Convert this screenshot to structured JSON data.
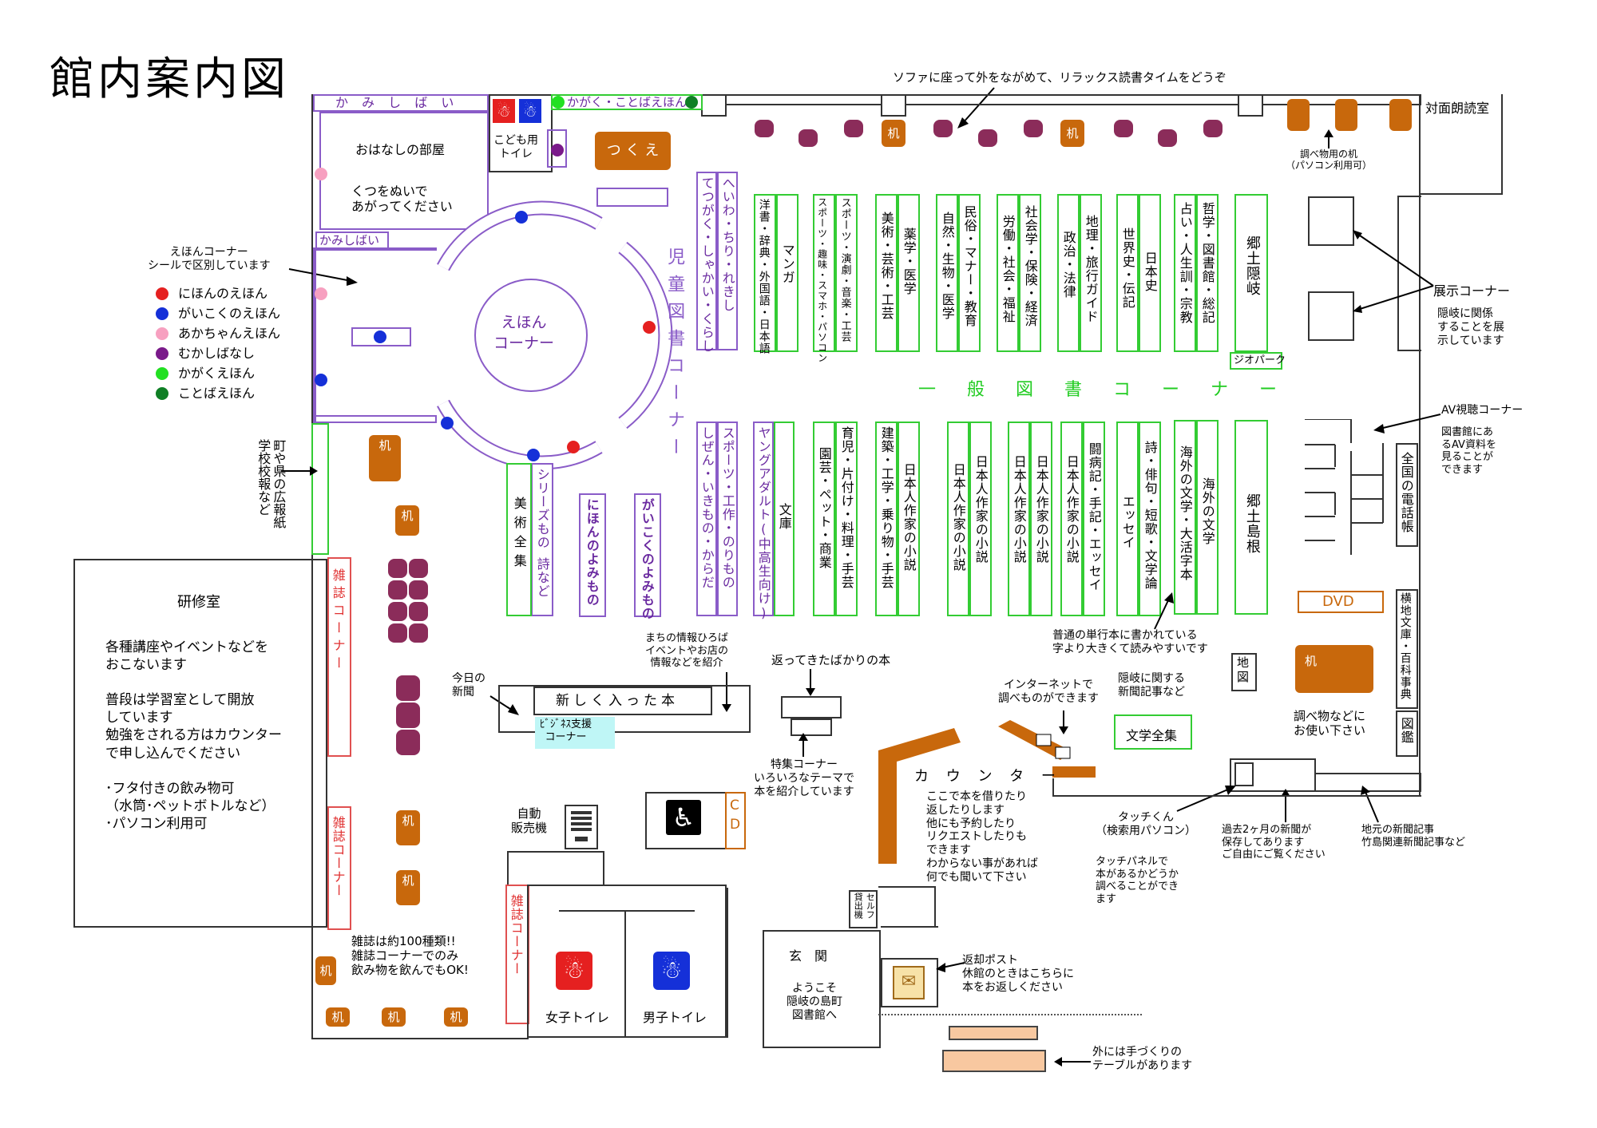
{
  "title": "館内案内図",
  "sofa_note": "ソファに座って外をながめて、リラックス読書タイムをどうぞ",
  "rooms": {
    "kamishibai_top": "か み し ば い",
    "kodomo_toilet": "こども用\nトイレ",
    "kagaku_ehon": "かがく・ことばえほん",
    "ohanashi_room": "おはなしの部屋",
    "shoes_note": "くつをぬいで\nあがってください",
    "kamishibai_side": "かみしばい",
    "tsukue_craft": "つ く え",
    "ehon_corner": "えほん\nコーナー",
    "jidou_tosho": "児童図書コーナー",
    "ippan_tosho": "一 般 図 書 コ ー ナ ー",
    "taimen_room": "対面朗読室",
    "kenshu_room": "研修室",
    "kenshu_desc": "各種講座やイベントなどを\nおこないます\n\n普段は学習室として開放\nしています\n勉強をされる方はカウンター\nで申し込んでください\n\n･フタ付きの飲み物可\n（水筒･ペットボトルなど）\n･パソコン利用可",
    "genkan": "玄　関",
    "welcome": "ようこそ\n隠岐の島町\n図書館へ",
    "women_toilet": "女子トイレ",
    "men_toilet": "男子トイレ",
    "vending": "自動\n販売機",
    "counter": "カ ウ ン タ ー",
    "counter_desc": "ここで本を借りたり\n返したりします\n他にも予約したり\nリクエストしたりも\nできます\nわからない事があれば\n何でも聞いて下さい",
    "cd": "C\nD",
    "dvd": "DVD",
    "self_checkout": "貸出機",
    "self_label": "セルフ"
  },
  "legend": {
    "title": "えほんコーナー\nシールで区別しています",
    "items": [
      {
        "label": "にほんのえほん",
        "color": "#e52020"
      },
      {
        "label": "がいこくのえほん",
        "color": "#1530d8"
      },
      {
        "label": "あかちゃんえほん",
        "color": "#f7a0c0"
      },
      {
        "label": "むかしばなし",
        "color": "#7a1a8a"
      },
      {
        "label": "かがくえほん",
        "color": "#22e022"
      },
      {
        "label": "ことばえほん",
        "color": "#0f7f25"
      }
    ]
  },
  "shelves_children": [
    "てつがく・しゃかい・くらし",
    "へいわ・ちり・れきし",
    "スポーツ・工作・のりもの",
    "しぜん・いきもの・からだ",
    "ヤングアダルト(中高生向け)",
    "文庫",
    "にほんのよみもの",
    "がいこくのよみもの",
    "シリーズもの",
    "詩など",
    "美術全集"
  ],
  "shelves_general_top": [
    "洋書・辞典・外国語・日本語",
    "マンガ",
    "スポーツ・趣味・スマホ・パソコン",
    "スポーツ・演劇・音楽・工芸",
    "美術・芸術・工芸",
    "薬学・医学",
    "自然・生物・医学",
    "民俗・マナー・教育",
    "労働・社会・福祉",
    "社会学・保険・経済",
    "政治・法律",
    "地理・旅行ガイド",
    "世界史・伝記",
    "日本史",
    "占い・人生訓・宗教",
    "哲学・図書館・総記",
    "郷土隠岐",
    "ジオパーク"
  ],
  "shelves_general_bottom": [
    "園芸・ペット・商業",
    "育児・片付け・料理・手芸",
    "建築・工学・乗り物・手芸",
    "日本人作家の小説",
    "日本人作家の小説",
    "日本人作家の小説",
    "日本人作家の小説",
    "闘病記・手記・エッセイ",
    "日本人作家の小説",
    "詩・俳句・短歌・文学論",
    "エッセイ",
    "海外の文学・大活字本",
    "海外の文学",
    "郷土島根"
  ],
  "magazine": "雑誌コーナー",
  "notes": {
    "koho": "町や県の広報紙\n学校校報など",
    "kyou_shinbun": "今日の\n新聞",
    "machi_info": "まちの情報ひろば\nイベントやお店の\n情報などを紹介",
    "new_books": "新しく入った本",
    "business": "ﾋﾞｼﾞﾈｽ支援\nコーナー",
    "returned": "返ってきたばかりの本",
    "tokushu": "特集コーナー\nいろいろなテーマで\n本を紹介しています",
    "internet": "インターネットで\n調べものができます",
    "oki_articles": "隠岐に関する\n新聞記事など",
    "bungaku": "文学全集",
    "large_print": "普通の単行本に書かれている\n字より大きくて読みやすいです",
    "chizu": "地\n図",
    "desk_use": "調べ物などに\nお使い下さい",
    "research_desk": "調べ物用の机\n（パソコン利用可）",
    "tenji": "展示コーナー",
    "tenji_desc": "隠岐に関係\nすることを展\n示しています",
    "av": "AV視聴コーナー",
    "av_desc": "図書館にあ\nるAV資料を\n見ることが\nできます",
    "denwacho": "全国の電話帳",
    "yokochi": "横地文庫・百科事典",
    "zukan": "図鑑",
    "touch": "タッチくん\n（検索用パソコン）",
    "touch_desc": "タッチパネルで\n本があるかどうか\n調べることができ\nます",
    "old_news": "過去2ヶ月の新聞が\n保存してあります\nご自由にご覧ください",
    "local_news": "地元の新聞記事\n竹島関連新聞記事など",
    "magazine_note": "雑誌は約100種類!!\n雑誌コーナーでのみ\n飲み物を飲んでもOK!",
    "return_post": "返却ポスト\n休館のときはこちらに\n本をお返しください",
    "outside_table": "外には手づくりの\nテーブルがあります",
    "desk": "机"
  }
}
